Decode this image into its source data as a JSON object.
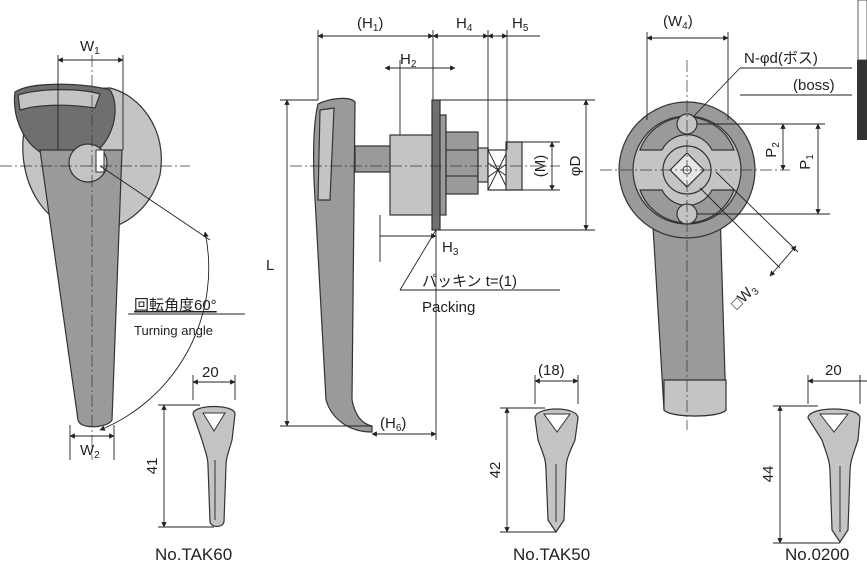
{
  "front_view": {
    "dims": {
      "w1_letter": "W",
      "w1_sub": "1",
      "w2_letter": "W",
      "w2_sub": "2"
    },
    "turning_angle": {
      "jp_label": "回転角度60°",
      "en_label": "Turning angle"
    }
  },
  "side_view": {
    "dims": {
      "h1_open": "(",
      "h1_letter": "H",
      "h1_sub": "1",
      "h1_close": ")",
      "h2_letter": "H",
      "h2_sub": "2",
      "h3_letter": "H",
      "h3_sub": "3",
      "h4_letter": "H",
      "h4_sub": "4",
      "h5_letter": "H",
      "h5_sub": "5",
      "h6_open": "(",
      "h6_letter": "H",
      "h6_sub": "6",
      "h6_close": ")",
      "l_label": "L",
      "m_label": "(M)",
      "d_label": "φD"
    },
    "packing": {
      "jp_label": "パッキン t=(1)",
      "en_label": "Packing"
    }
  },
  "back_view": {
    "dims": {
      "w4_open": "(",
      "w4_letter": "W",
      "w4_sub": "4",
      "w4_close": ")",
      "p1_letter": "P",
      "p1_sub": "1",
      "p2_letter": "P",
      "p2_sub": "2",
      "w3_prefix": "□",
      "w3_letter": "W",
      "w3_sub": "3"
    },
    "boss": {
      "jp_label": "N-φd(ボス)",
      "en_label": "(boss)"
    }
  },
  "keys": [
    {
      "model": "No.TAK60",
      "width": "20",
      "length": "41"
    },
    {
      "model": "No.TAK50",
      "width": "(18)",
      "length": "42"
    },
    {
      "model": "No.0200",
      "width": "20",
      "length": "44"
    }
  ]
}
